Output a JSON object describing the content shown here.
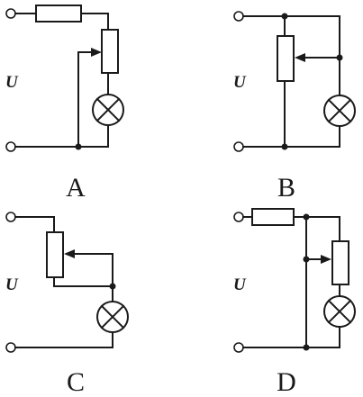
{
  "voltage_symbol": "U",
  "options": [
    {
      "label": "A"
    },
    {
      "label": "B"
    },
    {
      "label": "C"
    },
    {
      "label": "D"
    }
  ]
}
